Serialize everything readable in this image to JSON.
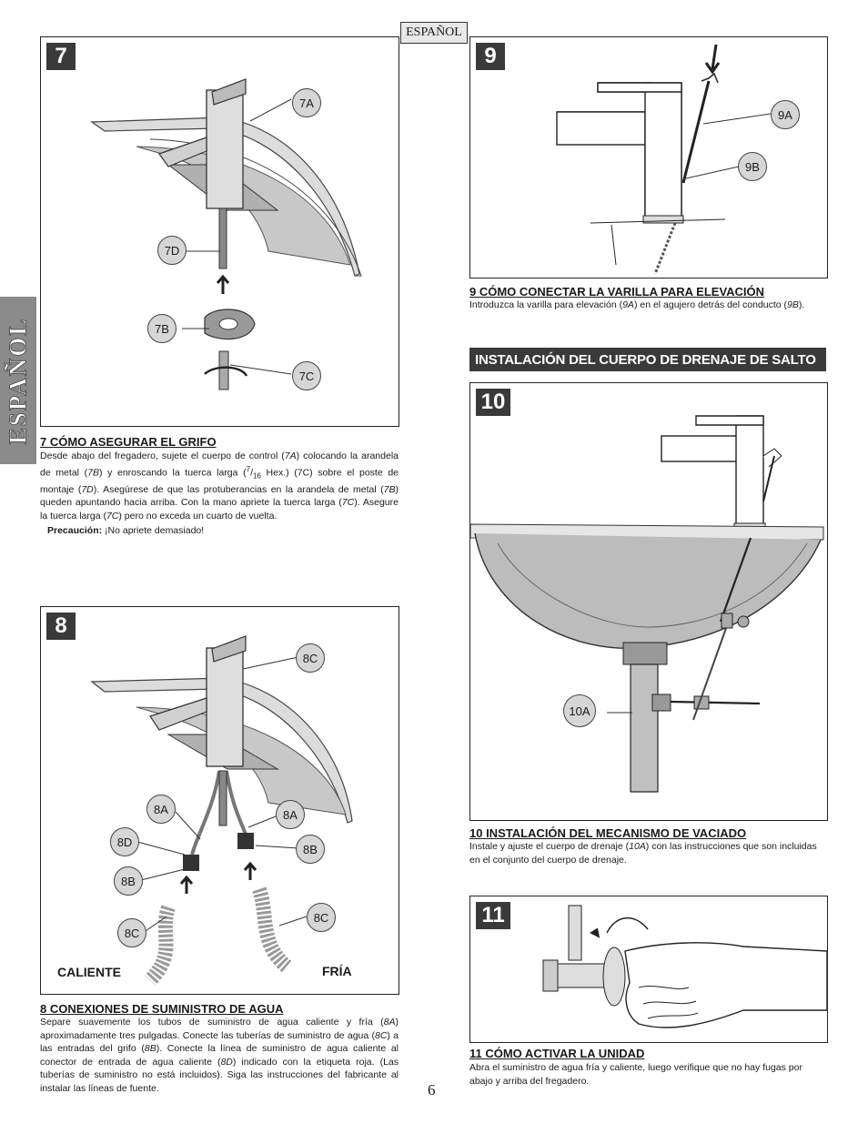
{
  "language_tag": "ESPAÑOL",
  "side_tab": "ESPAÑOL",
  "page_number": "6",
  "section_banner": "INSTALACIÓN DEL CUERPO DE DRENAJE DE SALTO",
  "steps": {
    "s7": {
      "number": "7",
      "title": "7  CÓMO ASEGURAR EL GRIFO",
      "callouts": [
        "7A",
        "7D",
        "7B",
        "7C"
      ],
      "paragraph": {
        "a": "Desde abajo del fregadero, sujete el cuerpo de control (",
        "b": "7A",
        "c": ") colocando la arandela de metal (",
        "d": "7B",
        "e": ") y enroscando la tuerca larga (",
        "f": "7",
        "g": "/",
        "h": "16",
        "i": " Hex.) (7C) sobre el poste de montaje (",
        "j": "7D",
        "k": "). Asegúrese de que las protuberancias en la arandela de metal (",
        "l": "7B",
        "m": ") queden apuntando hacia arriba. Con la mano apriete la tuerca larga (",
        "n": "7C",
        "o": "). Asegure la tuerca larga (",
        "p": "7C",
        "q": ") pero no exceda un cuarto de vuelta."
      },
      "caution_label": "Precaución:",
      "caution_text": " ¡No apriete demasiado!"
    },
    "s8": {
      "number": "8",
      "title": "8  CONEXIONES DE SUMINISTRO DE AGUA",
      "callouts": [
        "8C",
        "8A",
        "8A",
        "8D",
        "8B",
        "8B",
        "8C",
        "8C"
      ],
      "label_hot": "CALIENTE",
      "label_cold": "FRÍA",
      "paragraph": {
        "a": "Separe suavemente los tubos de suministro de agua caliente y fría (",
        "b": "8A",
        "c": ") aproximadamente tres pulgadas. Conecte las tuberías de suministro de agua (",
        "d": "8C",
        "e": ") a las entradas del grifo (",
        "f": "8B",
        "g": "). Conecte la línea de suministro de agua caliente al conector de entrada de agua caliente (",
        "h": "8D",
        "i": ") indicado con la etiqueta roja. (Las tuberías de suministro no está incluidos). Siga las instrucciones del fabricante al instalar las líneas de fuente."
      }
    },
    "s9": {
      "number": "9",
      "title": "9  CÓMO CONECTAR LA VARILLA PARA ELEVACIÓN",
      "callouts": [
        "9A",
        "9B"
      ],
      "paragraph": {
        "a": "Introduzca la varilla para elevación (",
        "b": "9A",
        "c": ") en el agujero detrás del conducto (",
        "d": "9B",
        "e": ")."
      }
    },
    "s10": {
      "number": "10",
      "title": "10  INSTALACIÓN DEL MECANISMO DE VACIADO",
      "callouts": [
        "10A"
      ],
      "paragraph": {
        "a": "Instale y ajuste el cuerpo de drenaje (",
        "b": "10A",
        "c": ") con las instrucciones que son incluidas en el conjunto del cuerpo de drenaje."
      }
    },
    "s11": {
      "number": "11",
      "title": "11  CÓMO ACTIVAR LA UNIDAD",
      "paragraph": "Abra el suministro de agua fría y caliente, luego verifique que no hay fugas por abajo y arriba del fregadero."
    }
  }
}
